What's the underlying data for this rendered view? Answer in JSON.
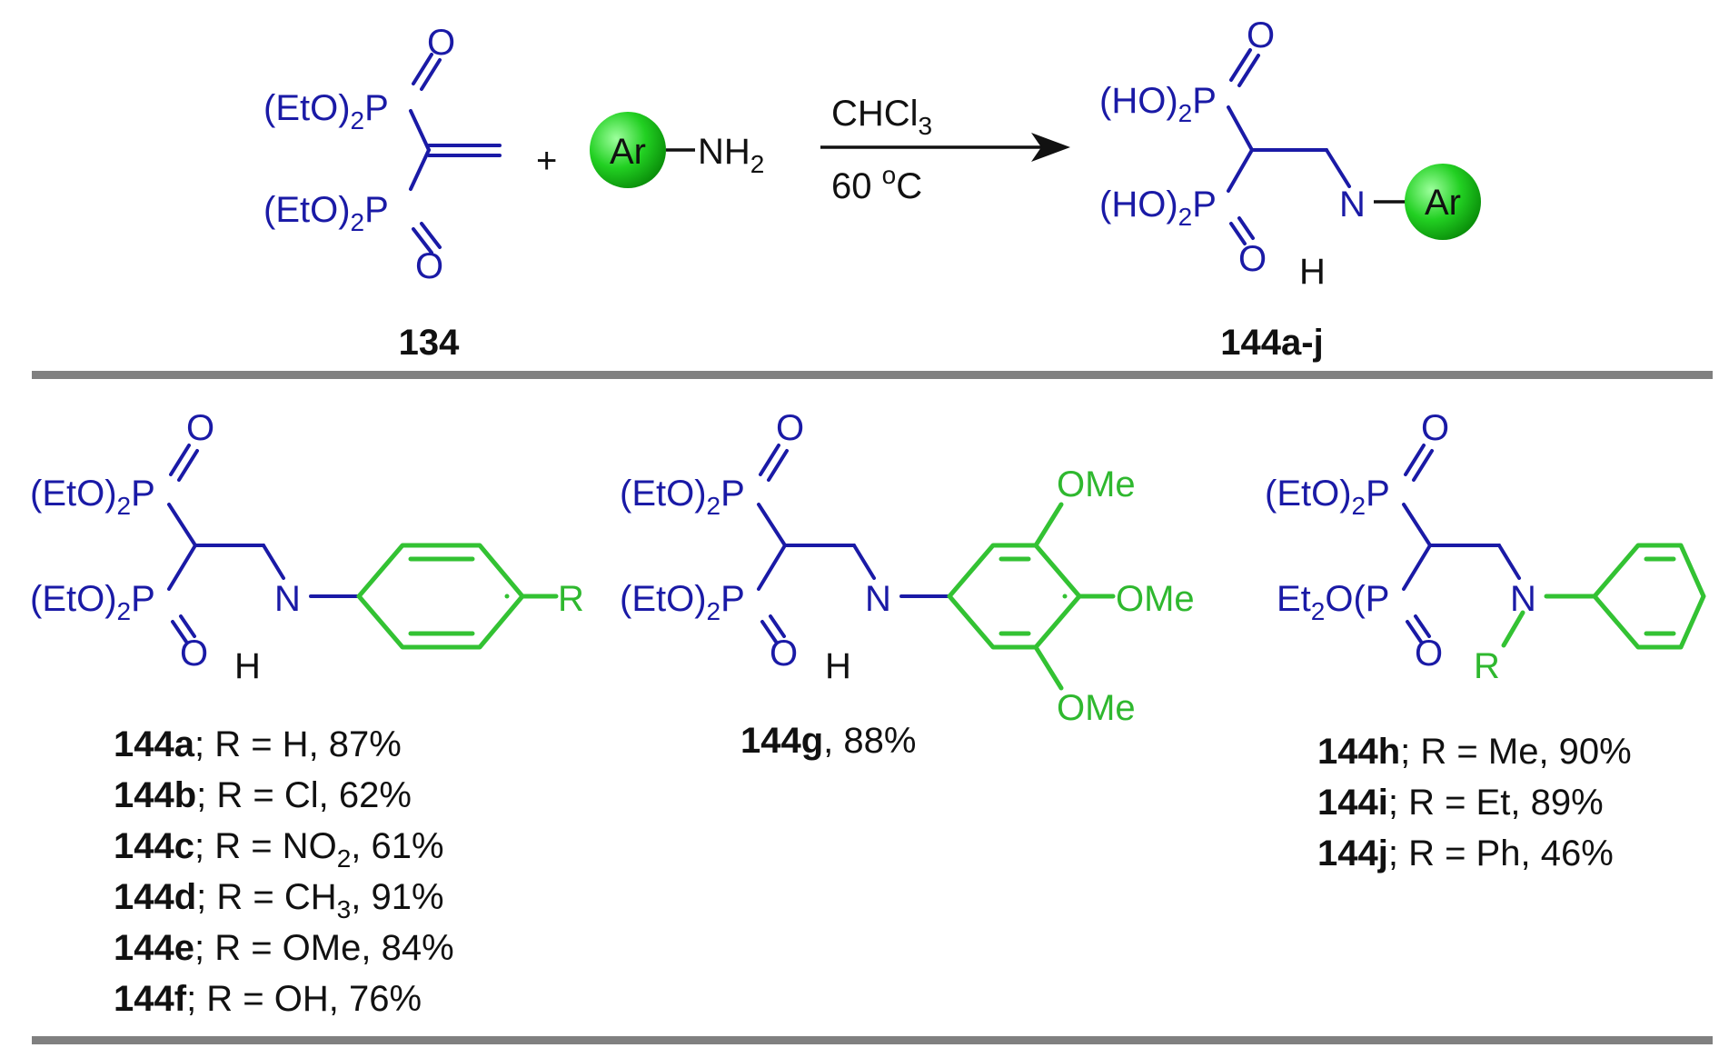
{
  "reaction": {
    "reactant_label": "134",
    "reactant_groups": [
      "(EtO)",
      "2",
      "P",
      "O"
    ],
    "amine": {
      "ar": "Ar",
      "nh": "NH",
      "sub": "2"
    },
    "plus": "+",
    "conditions": {
      "solvent": "CHCl",
      "solvent_sub": "3",
      "temp": "60 ",
      "temp_sup": "o",
      "temp_unit": "C"
    },
    "product": {
      "label": "144a-j",
      "group": "(HO)",
      "sub": "2",
      "p": "P",
      "o": "O",
      "n": "N",
      "h": "H",
      "ar": "Ar"
    }
  },
  "compounds": {
    "left": {
      "group": "(EtO)",
      "sub": "2",
      "p": "P",
      "o": "O",
      "n": "N",
      "h": "H",
      "r": "R",
      "entries": [
        {
          "id": "144a",
          "text": "; R = H, 87%"
        },
        {
          "id": "144b",
          "text": "; R = Cl, 62%"
        },
        {
          "id": "144c",
          "pre": "; R = NO",
          "sub": "2",
          "post": ", 61%"
        },
        {
          "id": "144d",
          "pre": "; R = CH",
          "sub": "3",
          "post": ", 91%"
        },
        {
          "id": "144e",
          "text": "; R = OMe, 84%"
        },
        {
          "id": "144f",
          "text": "; R = OH, 76%"
        }
      ]
    },
    "middle": {
      "group": "(EtO)",
      "sub": "2",
      "p": "P",
      "o": "O",
      "n": "N",
      "h": "H",
      "ome": "OMe",
      "entry": {
        "id": "144g",
        "text": ", 88%"
      }
    },
    "right": {
      "group": "(EtO)",
      "sub": "2",
      "p": "P",
      "o": "O",
      "n": "N",
      "r": "R",
      "lower_group": "Et",
      "lower_sub": "2",
      "lower_rest": "O(P",
      "entries": [
        {
          "id": "144h",
          "text": "; R = Me, 90%"
        },
        {
          "id": "144i",
          "text": "; R = Et, 89%"
        },
        {
          "id": "144j",
          "text": "; R = Ph, 46%"
        }
      ]
    }
  }
}
